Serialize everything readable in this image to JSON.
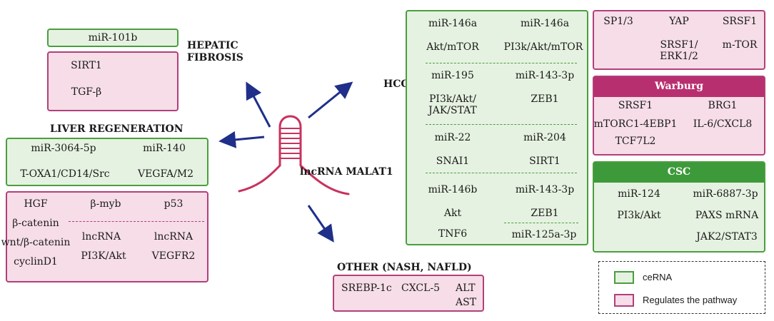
{
  "center": "lncRNA MALAT1",
  "sections": {
    "hepatic_fibrosis": "HEPATIC\nFIBROSIS",
    "liver_regeneration": "LIVER REGENERATION",
    "hcc": "HCC",
    "other": "OTHER (NASH, NAFLD)",
    "warburg": "Warburg",
    "csc": "CSC"
  },
  "hepatic": {
    "cerna": "miR-101b",
    "pathway_top": "SIRT1",
    "pathway_bottom": "TGF-β"
  },
  "regeneration_cerna": [
    {
      "mir": "miR-3064-5p",
      "target": "T-OXA1/CD14/Src"
    },
    {
      "mir": "miR-140",
      "target": "VEGFA/M2"
    }
  ],
  "regeneration_pathway": {
    "col1": [
      "HGF",
      "β-catenin",
      "wnt/β-catenin",
      "cyclinD1"
    ],
    "col2_top": "β-myb",
    "col2_bottom": [
      "lncRNA",
      "PI3K/Akt"
    ],
    "col3_top": "p53",
    "col3_bottom": [
      "lncRNA",
      "VEGFR2"
    ]
  },
  "hcc_cerna": [
    {
      "mir": "miR-146a",
      "target": "Akt/mTOR"
    },
    {
      "mir": "miR-146a",
      "target": "PI3k/Akt/mTOR"
    },
    {
      "mir": "miR-195",
      "target": "PI3k/Akt/\nJAK/STAT"
    },
    {
      "mir": "miR-143-3p",
      "target": "ZEB1"
    },
    {
      "mir": "miR-22",
      "target": "SNAI1"
    },
    {
      "mir": "miR-204",
      "target": "SIRT1"
    },
    {
      "mir": "miR-146b",
      "target1": "Akt",
      "target2": "TNF6"
    },
    {
      "mir": "miR-143-3p",
      "target": "ZEB1"
    },
    {
      "mir": "miR-125a-3p"
    }
  ],
  "hcc_pathway": {
    "sp": "SP1/3",
    "yap": "YAP",
    "yap_target": "SRSF1/\nERK1/2",
    "srsf1": "SRSF1",
    "srsf1_target": "m-TOR"
  },
  "warburg_items": {
    "srsf1": "SRSF1",
    "mtorc": "mTORC1-4EBP1",
    "tcf": "TCF7L2",
    "brg1": "BRG1",
    "il6": "IL-6/CXCL8"
  },
  "csc_items": [
    {
      "mir": "miR-124",
      "target": "PI3k/Akt"
    },
    {
      "mir": "miR-6887-3p",
      "target1": "PAXS mRNA",
      "target2": "JAK2/STAT3"
    }
  ],
  "other_items": [
    "SREBP-1c",
    "CXCL-5",
    "ALT",
    "AST"
  ],
  "legend": [
    {
      "label": "ceRNA",
      "color": "#4a9e3f"
    },
    {
      "label": "Regulates the pathway",
      "color": "#b0407a"
    }
  ],
  "colors": {
    "green_border": "#4a9e3f",
    "green_fill": "#e6f2e1",
    "pink_border": "#b0407a",
    "pink_fill": "#f6dde8",
    "arrow_blue": "#1f2f8a",
    "rna_red": "#c8325e"
  }
}
